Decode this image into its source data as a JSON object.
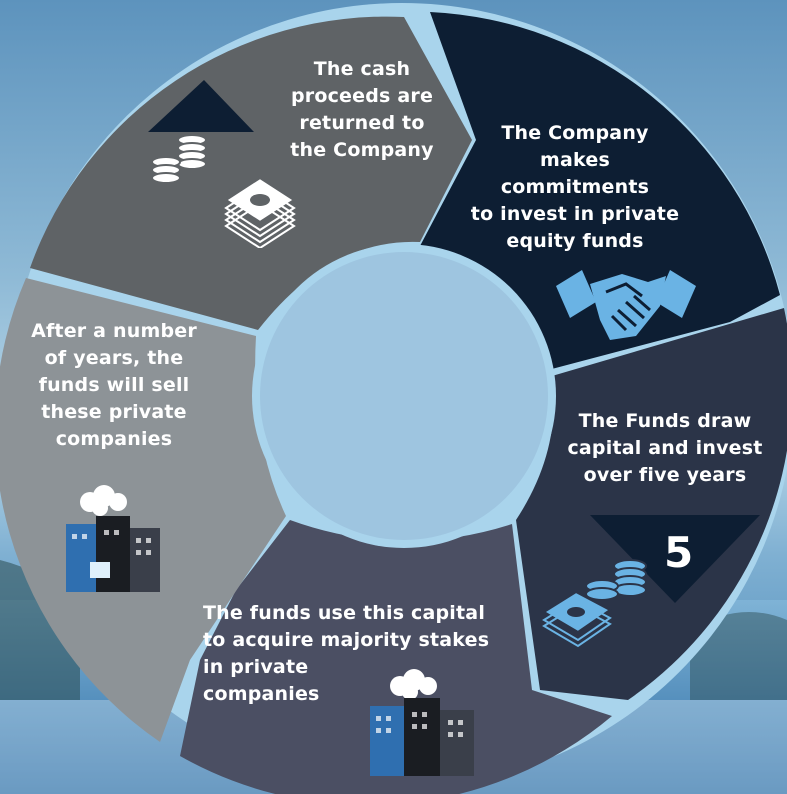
{
  "steps": [
    {
      "text": "The cash proceeds are returned to the Company",
      "lines": [
        "The cash",
        "proceeds are",
        "returned to",
        "the Company"
      ]
    },
    {
      "text": "The Company makes commitments to invest in private equity funds",
      "lines": [
        "The Company",
        "makes commitments",
        "to invest in private",
        "equity funds"
      ]
    },
    {
      "text": "The Funds draw capital and invest over five years",
      "lines": [
        "The Funds draw",
        "capital and invest",
        "over five years"
      ],
      "badge": "5"
    },
    {
      "text": "The funds use this capital to acquire majority stakes in private companies",
      "lines": [
        "The funds use this capital",
        "to acquire majority stakes",
        "in private",
        "companies"
      ]
    },
    {
      "text": "After a number of years, the funds will sell these private companies",
      "lines": [
        "After a number",
        "of years, the",
        "funds will sell",
        "these private",
        "companies"
      ]
    }
  ],
  "colors": {
    "step1": "#5f6366",
    "step2": "#0d1e33",
    "step3": "#2b3448",
    "step4": "#4b4f63",
    "step5": "#8d9397",
    "ring_border": "#a9d4ec",
    "text": "#ffffff"
  },
  "icons": [
    "coins-icon",
    "cash-stack-icon",
    "handshake-icon",
    "coins-and-cash-icon",
    "factory-icon",
    "factory-icon"
  ]
}
